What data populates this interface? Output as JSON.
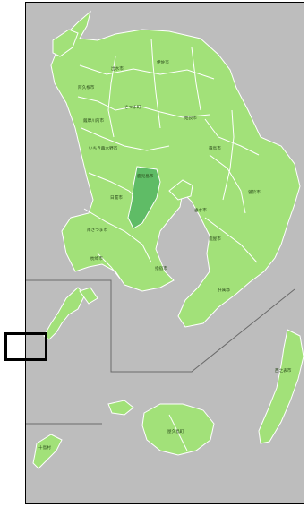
{
  "colors": {
    "background": "#bdbdbd",
    "land": "#a2e179",
    "border": "#ffffff",
    "highlight_fill": "#5fbc66",
    "frame": "#000000"
  },
  "labels": {
    "izumi": "出水市",
    "akune": "阿久根市",
    "satsumasendai": "薩摩川内市",
    "ichikikushikino": "いちき串木野市",
    "hioki": "日置市",
    "minamisatsuma": "南さつま市",
    "makurazaki": "枕崎市",
    "ibusuki": "指宿市",
    "kagoshima": "鹿児島市",
    "satsuma": "さつま町",
    "isa": "伊佐市",
    "aira": "姶良市",
    "kirishima": "霧島市",
    "soo": "曽於市",
    "tarumizu": "垂水市",
    "kanoya": "鹿屋市",
    "kimotsuki": "肝属郡",
    "nishinoomote": "西之表市",
    "yakushima": "屋久島町",
    "kagoshima_islands": "十島村"
  }
}
